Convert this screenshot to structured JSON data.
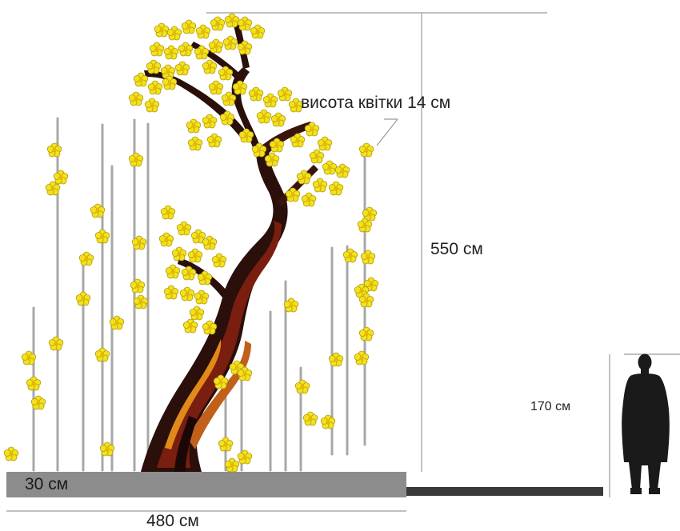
{
  "labels": {
    "flower_height": "висота квітки 14 см",
    "total_height": "550 см",
    "person_height": "170 см",
    "base_height": "30 см",
    "base_width": "480 см"
  },
  "colors": {
    "blossom": "#f2e21c",
    "blossom_outline": "#b59a10",
    "trunk_dark": "#2a0f0a",
    "trunk_mid": "#7a1e10",
    "trunk_light": "#e08a1a",
    "stem": "#a8a8a8",
    "base": "#8c8c8c",
    "ground": "#3a3a3a",
    "person": "#1a1a1a",
    "dimension_line": "#9a9a9a"
  },
  "icons": [
    "blossom-icon",
    "person-silhouette-icon",
    "tree-icon"
  ]
}
